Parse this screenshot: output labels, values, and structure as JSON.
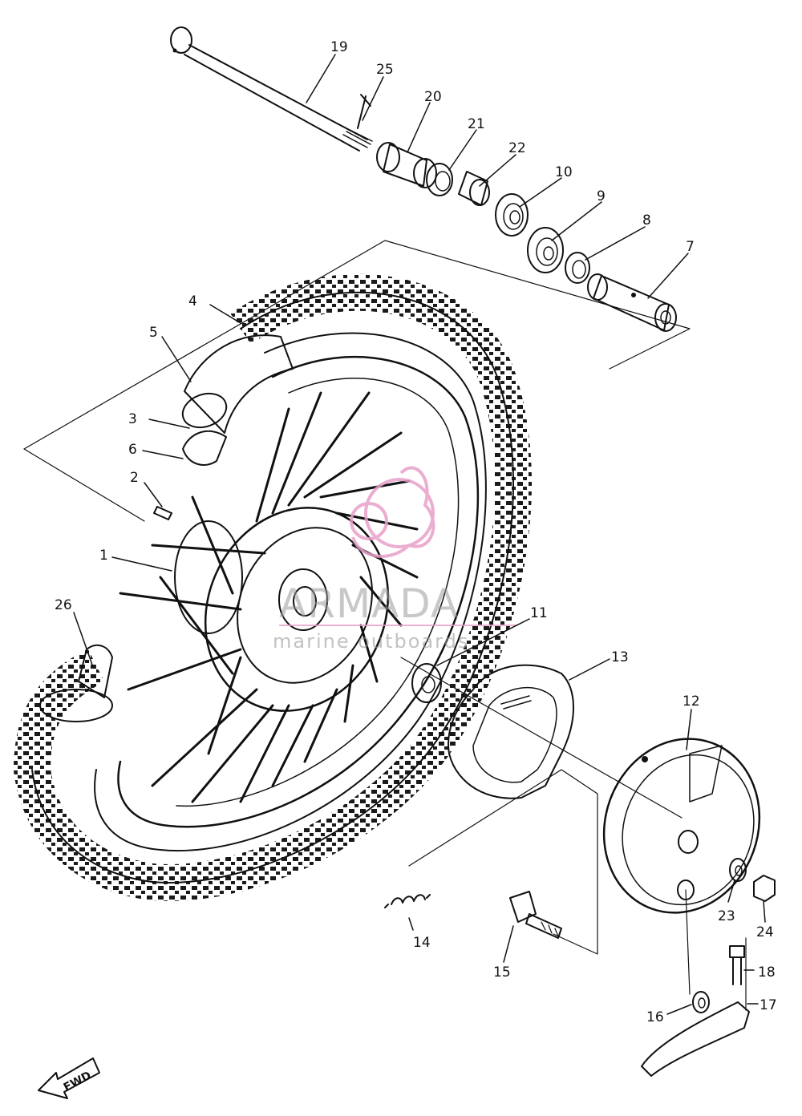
{
  "watermark": {
    "brand": "ARMADA",
    "tagline": "marine outboards",
    "accent_color": "#e8a0c8"
  },
  "direction_label": "FWD",
  "callouts": {
    "c1": "1",
    "c2": "2",
    "c3": "3",
    "c4": "4",
    "c5": "5",
    "c6": "6",
    "c7": "7",
    "c8": "8",
    "c9": "9",
    "c10": "10",
    "c11": "11",
    "c12": "12",
    "c13": "13",
    "c14": "14",
    "c15": "15",
    "c16": "16",
    "c17": "17",
    "c18": "18",
    "c19": "19",
    "c20": "20",
    "c21": "21",
    "c22": "22",
    "c23": "23",
    "c24": "24",
    "c25": "25",
    "c26": "26"
  }
}
